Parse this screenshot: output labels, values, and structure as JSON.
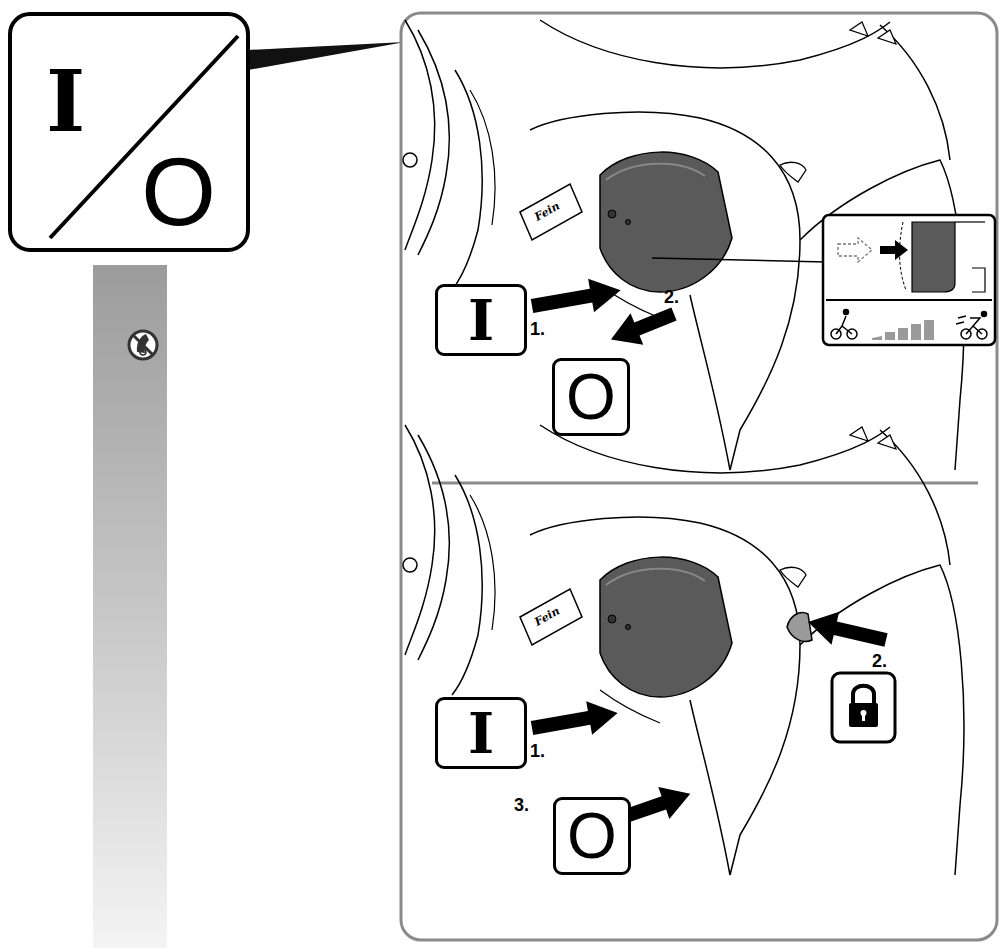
{
  "diagram": {
    "nodes": [
      {
        "text": [
          "I",
          "O"
        ]
      },
      {
        "text": [
          "I"
        ]
      },
      {
        "text": [
          "O"
        ]
      },
      {
        "text": [
          "I"
        ]
      },
      {
        "text": [
          "O"
        ]
      }
    ],
    "labels": [
      "Fein",
      "1.",
      "2.",
      "Fein",
      "1.",
      "2.",
      "3."
    ]
  }
}
